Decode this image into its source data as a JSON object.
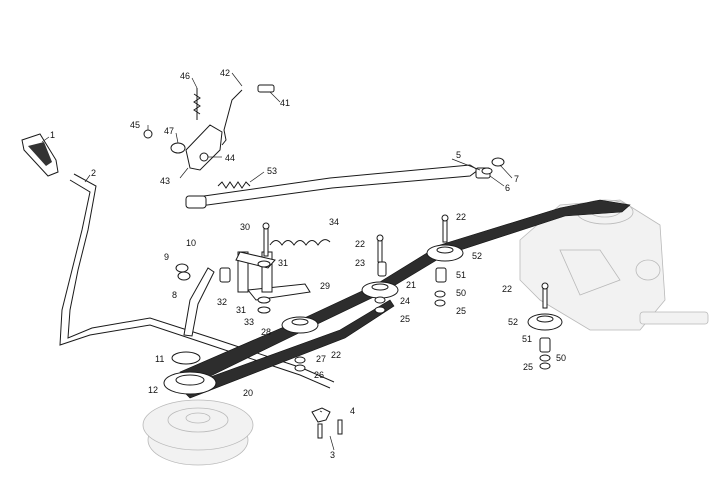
{
  "labels": [
    "1",
    "2",
    "3",
    "4",
    "5",
    "6",
    "7",
    "8",
    "9",
    "10",
    "11",
    "12",
    "20",
    "21",
    "22",
    "23",
    "24",
    "25",
    "26",
    "27",
    "28",
    "29",
    "30",
    "31",
    "32",
    "33",
    "34",
    "41",
    "42",
    "43",
    "44",
    "45",
    "46",
    "47",
    "50",
    "51",
    "52",
    "53"
  ],
  "callouts": [
    {
      "id": "1",
      "text": "1"
    },
    {
      "id": "2",
      "text": "2"
    },
    {
      "id": "3",
      "text": "3"
    },
    {
      "id": "4",
      "text": "4"
    },
    {
      "id": "5",
      "text": "5"
    },
    {
      "id": "6",
      "text": "6"
    },
    {
      "id": "7",
      "text": "7"
    },
    {
      "id": "8",
      "text": "8"
    },
    {
      "id": "9",
      "text": "9"
    },
    {
      "id": "10",
      "text": "10"
    },
    {
      "id": "11",
      "text": "11"
    },
    {
      "id": "12",
      "text": "12"
    },
    {
      "id": "20",
      "text": "20"
    },
    {
      "id": "21",
      "text": "21"
    },
    {
      "id": "22a",
      "text": "22"
    },
    {
      "id": "22b",
      "text": "22"
    },
    {
      "id": "22c",
      "text": "22"
    },
    {
      "id": "22d",
      "text": "22"
    },
    {
      "id": "23",
      "text": "23"
    },
    {
      "id": "24",
      "text": "24"
    },
    {
      "id": "25a",
      "text": "25"
    },
    {
      "id": "25b",
      "text": "25"
    },
    {
      "id": "25c",
      "text": "25"
    },
    {
      "id": "26",
      "text": "26"
    },
    {
      "id": "27",
      "text": "27"
    },
    {
      "id": "28",
      "text": "28"
    },
    {
      "id": "29",
      "text": "29"
    },
    {
      "id": "30",
      "text": "30"
    },
    {
      "id": "31a",
      "text": "31"
    },
    {
      "id": "31b",
      "text": "31"
    },
    {
      "id": "32",
      "text": "32"
    },
    {
      "id": "33",
      "text": "33"
    },
    {
      "id": "34",
      "text": "34"
    },
    {
      "id": "41",
      "text": "41"
    },
    {
      "id": "42",
      "text": "42"
    },
    {
      "id": "43",
      "text": "43"
    },
    {
      "id": "44",
      "text": "44"
    },
    {
      "id": "45",
      "text": "45"
    },
    {
      "id": "46",
      "text": "46"
    },
    {
      "id": "47",
      "text": "47"
    },
    {
      "id": "50a",
      "text": "50"
    },
    {
      "id": "50b",
      "text": "50"
    },
    {
      "id": "51a",
      "text": "51"
    },
    {
      "id": "51b",
      "text": "51"
    },
    {
      "id": "52a",
      "text": "52"
    },
    {
      "id": "52b",
      "text": "52"
    },
    {
      "id": "53",
      "text": "53"
    }
  ]
}
